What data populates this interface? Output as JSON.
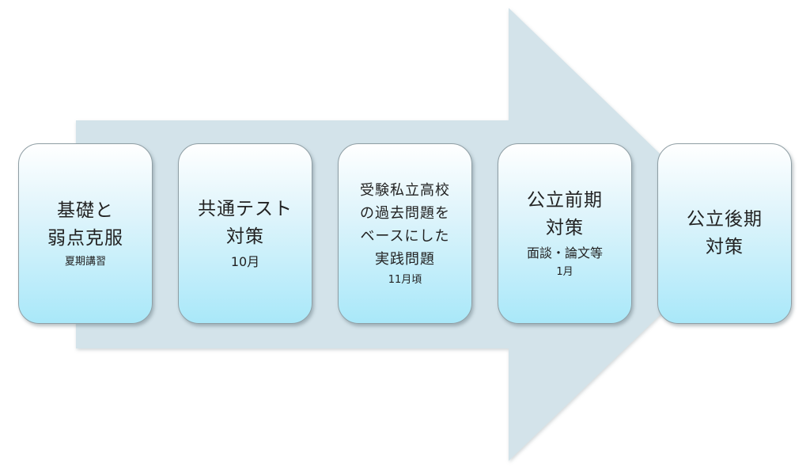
{
  "arrow_color": "#d3e3ea",
  "steps": [
    {
      "lines": [
        "基礎と",
        "弱点克服"
      ],
      "note": "夏期講習"
    },
    {
      "lines": [
        "共通テスト",
        "対策"
      ],
      "note": "10月"
    },
    {
      "lines": [
        "受験私立高校",
        "の過去問題を",
        "ベースにした",
        "実践問題"
      ],
      "note": "11月頃"
    },
    {
      "lines": [
        "公立前期",
        "対策"
      ],
      "detail": "面談・論文等",
      "note": "1月"
    },
    {
      "lines": [
        "公立後期",
        "対策"
      ]
    }
  ]
}
